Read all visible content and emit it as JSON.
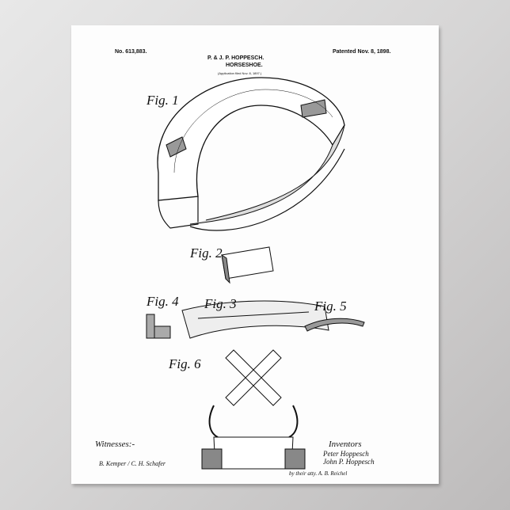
{
  "header": {
    "patent_number": "No. 613,883.",
    "patent_date": "Patented Nov. 8, 1898.",
    "inventors_line": "P. & J. P. HOPPESCH.",
    "title": "HORSESHOE.",
    "application": "(Application filed Nov. 8, 1897.)"
  },
  "figures": [
    "Fig. 1",
    "Fig. 2",
    "Fig. 3",
    "Fig. 4",
    "Fig. 5",
    "Fig. 6"
  ],
  "footer": {
    "witnesses_label": "Witnesses:-",
    "inventors_label": "Inventors",
    "inventor_1": "Peter Hoppesch",
    "inventor_2": "John P. Hoppesch",
    "witness_signatures": "B. Kemper / C. H. Schafer",
    "attorney_signature": "by their atty. A. B. Reichel"
  }
}
